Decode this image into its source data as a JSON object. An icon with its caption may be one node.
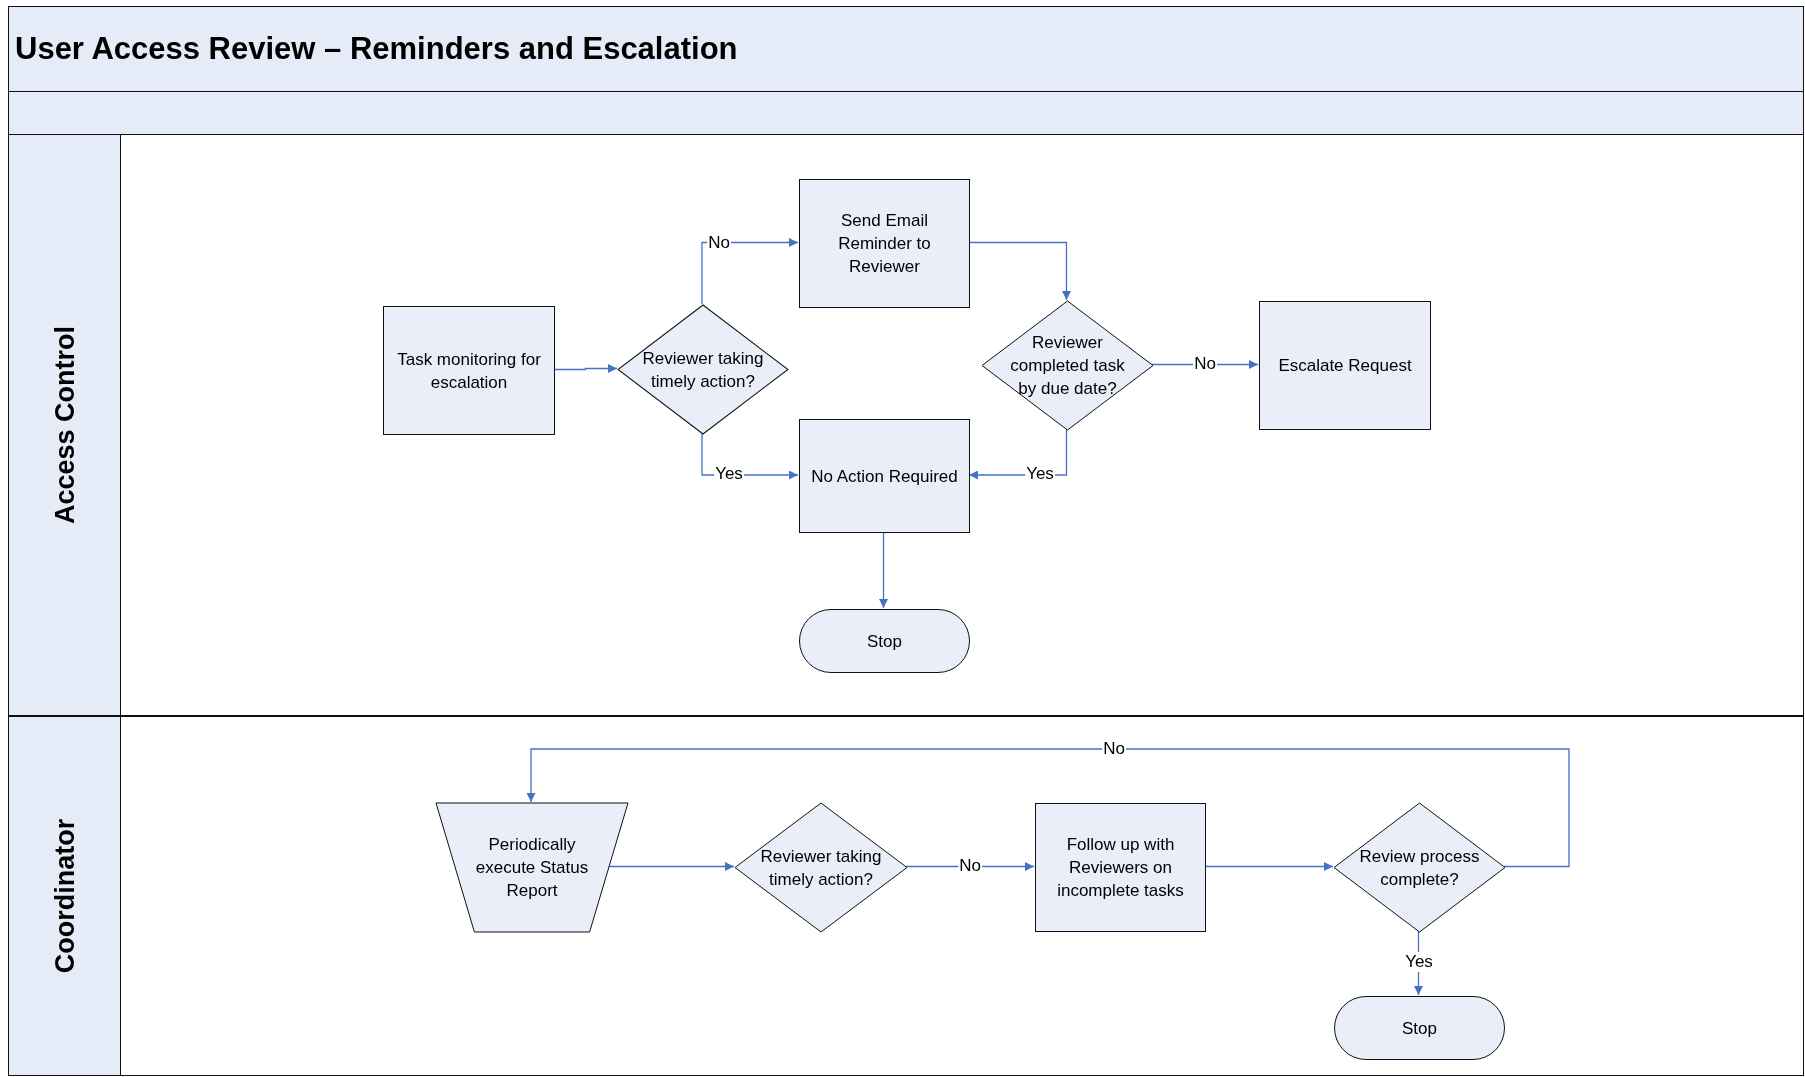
{
  "diagram": {
    "title": "User Access Review – Reminders and Escalation",
    "nodes": [
      {
        "text": [
          "Access Control"
        ]
      },
      {
        "text": [
          "Task monitoring for escalation"
        ],
        "in": 0
      },
      {
        "text": [
          "Reviewer taking timely action?"
        ],
        "in": 0
      },
      {
        "text": [
          "Send Email Reminder to Reviewer"
        ],
        "in": 0
      },
      {
        "text": [
          "No Action Required"
        ],
        "in": 0
      },
      {
        "text": [
          "Reviewer completed task by due date?"
        ],
        "in": 0
      },
      {
        "text": [
          "Escalate Request"
        ],
        "in": 0
      },
      {
        "text": [
          "Stop"
        ],
        "in": 0
      },
      {
        "text": [
          "Coordinator"
        ]
      },
      {
        "text": [
          "Periodically execute Status Report"
        ],
        "in": 8
      },
      {
        "text": [
          "Reviewer taking timely action?"
        ],
        "in": 8
      },
      {
        "text": [
          "Follow up with Reviewers on incomplete tasks"
        ],
        "in": 8
      },
      {
        "text": [
          "Review process complete?"
        ],
        "in": 8
      },
      {
        "text": [
          "Stop"
        ],
        "in": 8
      }
    ],
    "edges": [
      {
        "from": 1,
        "to": 2,
        "arrow": "to"
      },
      {
        "from": 2,
        "to": 3,
        "arrow": "to",
        "label": "No"
      },
      {
        "from": 2,
        "to": 4,
        "arrow": "to",
        "label": "Yes"
      },
      {
        "from": 3,
        "to": 5,
        "arrow": "to"
      },
      {
        "from": 5,
        "to": 6,
        "arrow": "to",
        "label": "No"
      },
      {
        "from": 5,
        "to": 4,
        "arrow": "to",
        "label": "Yes"
      },
      {
        "from": 4,
        "to": 7,
        "arrow": "to"
      },
      {
        "from": 9,
        "to": 10,
        "arrow": "to"
      },
      {
        "from": 10,
        "to": 11,
        "arrow": "to",
        "label": "No"
      },
      {
        "from": 11,
        "to": 12,
        "arrow": "to"
      },
      {
        "from": 12,
        "to": 9,
        "arrow": "to",
        "label": "No"
      },
      {
        "from": 12,
        "to": 13,
        "arrow": "to",
        "label": "Yes"
      }
    ]
  }
}
